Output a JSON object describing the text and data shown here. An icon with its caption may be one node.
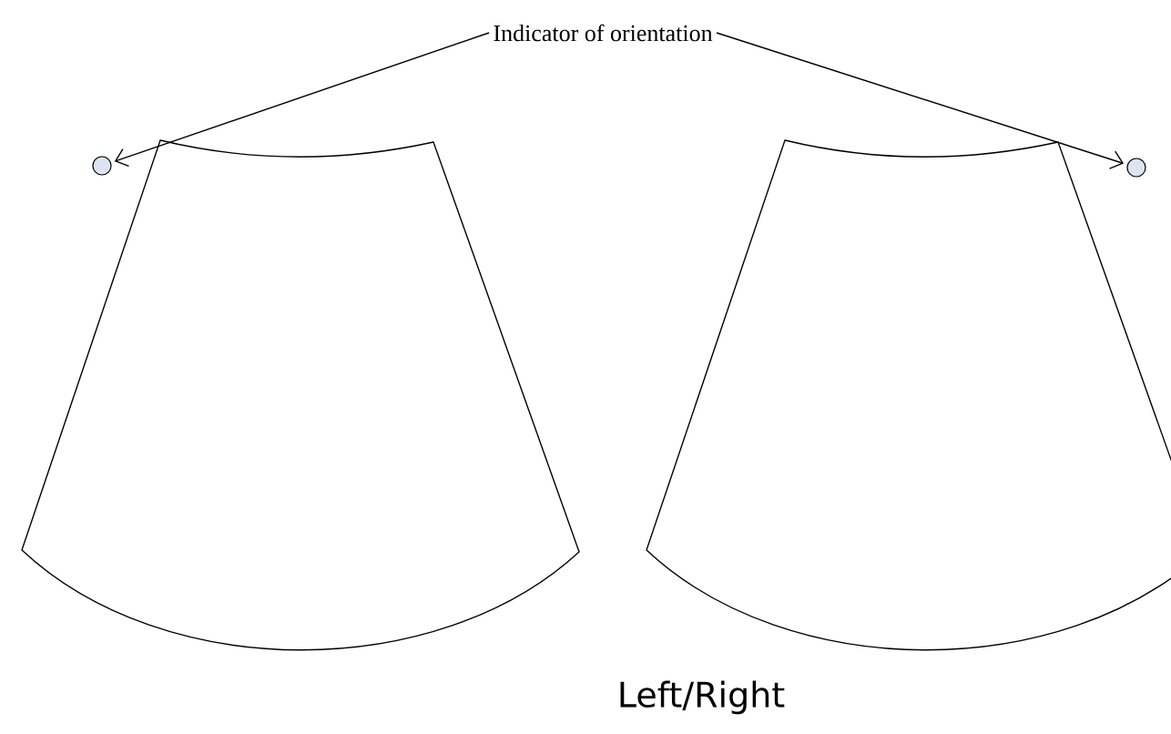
{
  "diagram": {
    "nodes": [
      {
        "text": [
          "Indicator of orientation"
        ]
      },
      {
        "text": [],
        "shape": "circle"
      },
      {
        "text": [],
        "shape": "circle"
      },
      {
        "text": [],
        "shape": "sector"
      },
      {
        "text": [],
        "shape": "sector"
      }
    ],
    "edges": [
      {
        "from": 0,
        "to": 1,
        "arrow": "to"
      },
      {
        "from": 0,
        "to": 2,
        "arrow": "to"
      }
    ],
    "labels": [
      "Left/Right"
    ]
  }
}
